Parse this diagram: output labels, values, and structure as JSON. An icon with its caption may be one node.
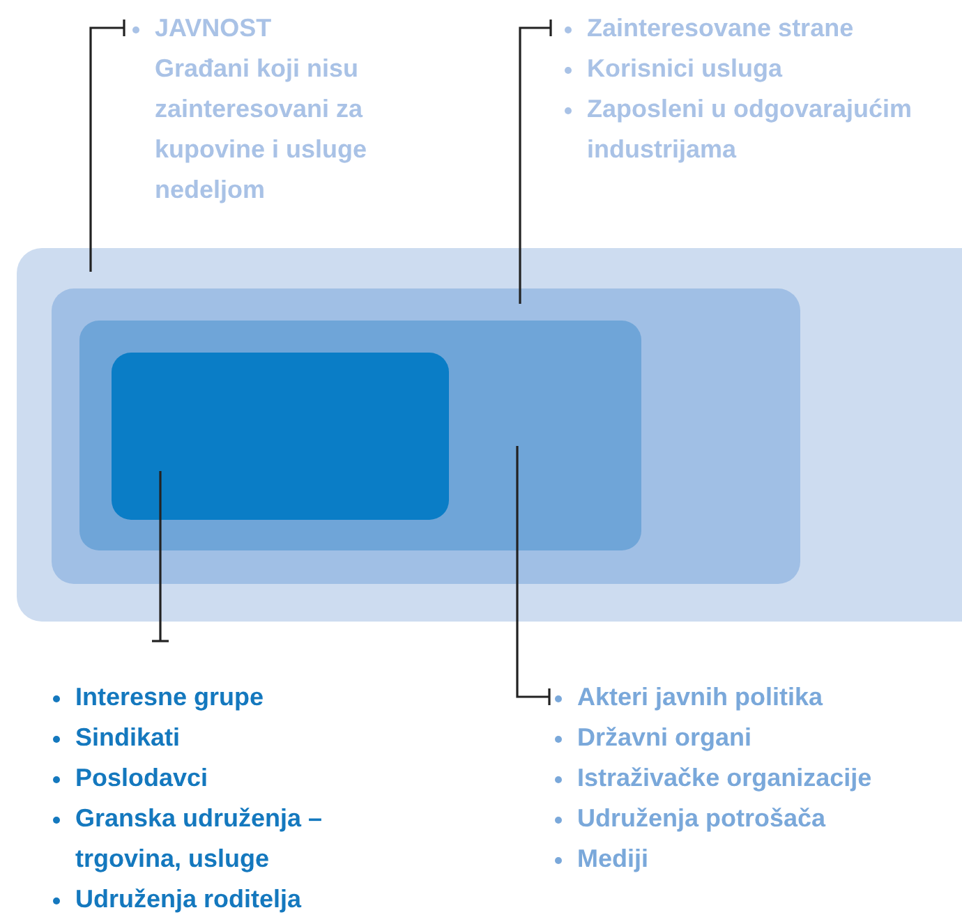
{
  "diagram": {
    "nodes": [
      {
        "text": [],
        "shape": "box"
      },
      {
        "text": [],
        "shape": "box",
        "in": 0
      },
      {
        "text": [],
        "shape": "box",
        "in": 1
      },
      {
        "text": [],
        "shape": "box",
        "in": 2
      },
      {
        "text": [
          "JAVNOST",
          "Građani koji nisu zainteresovani za kupovine i usluge nedeljom"
        ]
      },
      {
        "text": [
          "Zainteresovane strane",
          "Korisnici usluga",
          "Zaposleni u odgovarajućim industrijama"
        ]
      },
      {
        "text": [
          "Interesne grupe",
          "Sindikati",
          "Poslodavci",
          "Granska udruženja – trgovina, usluge",
          "Udruženja roditelja"
        ]
      },
      {
        "text": [
          "Akteri javnih politika",
          "Državni organi",
          "Istraživačke organizacije",
          "Udruženja potrošača",
          "Mediji"
        ]
      }
    ],
    "edges": [
      {
        "from": 4,
        "to": 0,
        "arrow": "other"
      },
      {
        "from": 5,
        "to": 1,
        "arrow": "other"
      },
      {
        "from": 6,
        "to": 3,
        "arrow": "other"
      },
      {
        "from": 7,
        "to": 2,
        "arrow": "other"
      }
    ]
  }
}
